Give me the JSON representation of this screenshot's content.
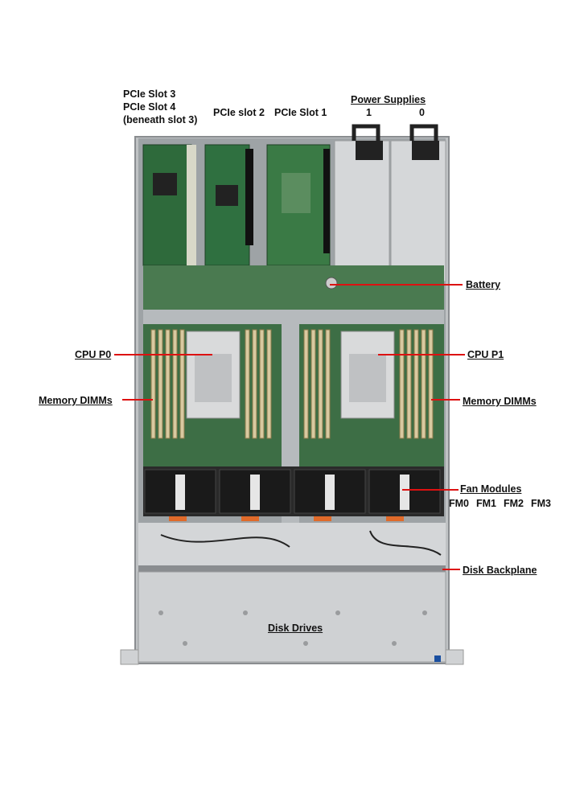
{
  "labels": {
    "pcie_slot_3": "PCIe Slot 3",
    "pcie_slot_4": "PCIe Slot 4",
    "pcie_slot_4_note": "(beneath slot 3)",
    "pcie_slot_2": "PCIe slot 2",
    "pcie_slot_1": "PCIe Slot 1",
    "power_supplies": "Power Supplies",
    "psu_1": "1",
    "psu_0": "0",
    "battery": "Battery",
    "cpu_p0": "CPU P0",
    "cpu_p1": "CPU P1",
    "memory_dimms_left": "Memory DIMMs",
    "memory_dimms_right": "Memory DIMMs",
    "fan_modules": "Fan Modules",
    "fm0": "FM0",
    "fm1": "FM1",
    "fm2": "FM2",
    "fm3": "FM3",
    "disk_backplane": "Disk Backplane",
    "disk_drives": "Disk Drives"
  },
  "colors": {
    "callout_line": "#dd1111",
    "pcb_green": "#2f6b3a",
    "chassis_gray": "#c9cbcd",
    "fan_black": "#1a1a1a"
  }
}
